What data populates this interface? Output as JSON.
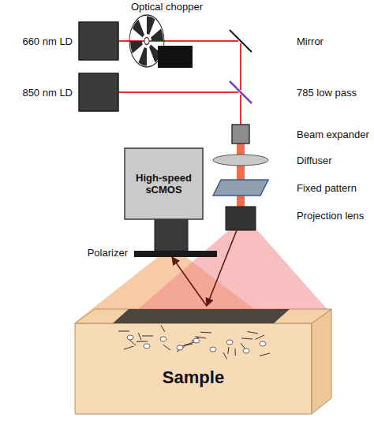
{
  "diagram": {
    "nodes": [
      {
        "text": [
          "660 nm LD"
        ]
      },
      {
        "text": [
          "850 nm LD"
        ]
      },
      {
        "text": [
          "Optical chopper"
        ]
      },
      {
        "text": [
          "Mirror"
        ]
      },
      {
        "text": [
          "785 low pass"
        ]
      },
      {
        "text": [
          "Beam expander"
        ]
      },
      {
        "text": [
          "Diffuser"
        ]
      },
      {
        "text": [
          "Fixed pattern"
        ]
      },
      {
        "text": [
          "Projection lens"
        ]
      },
      {
        "text": [
          "High-speed sCMOS"
        ]
      },
      {
        "text": [
          "Polarizer"
        ]
      },
      {
        "text": [
          "Sample"
        ]
      }
    ],
    "edges": [
      {
        "from": 0,
        "to": 2,
        "arrow": "none"
      },
      {
        "from": 2,
        "to": 3,
        "arrow": "none"
      },
      {
        "from": 3,
        "to": 4,
        "arrow": "none"
      },
      {
        "from": 1,
        "to": 4,
        "arrow": "none"
      },
      {
        "from": 4,
        "to": 5,
        "arrow": "none"
      },
      {
        "from": 5,
        "to": 6,
        "arrow": "none"
      },
      {
        "from": 6,
        "to": 7,
        "arrow": "none"
      },
      {
        "from": 7,
        "to": 8,
        "arrow": "none"
      },
      {
        "from": 8,
        "to": 11,
        "arrow": "to"
      },
      {
        "from": 11,
        "to": 10,
        "arrow": "to"
      }
    ]
  }
}
